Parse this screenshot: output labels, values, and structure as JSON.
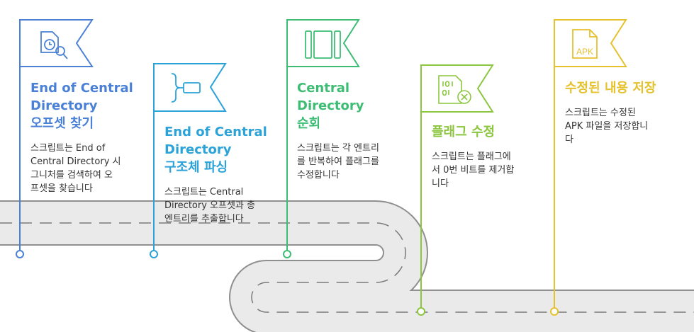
{
  "steps": [
    {
      "title": "End of Central\nDirectory\n오프셋 찾기",
      "description": "스크립트는 End of\nCentral Directory  시\n그니처를 검색하여 오\n프셋을 찾습니다",
      "color": "#4A80D6",
      "icon": "clock-search-icon"
    },
    {
      "title": "End of Central\nDirectory\n구조체 파싱",
      "description": "스크립트는 Central\nDirectory 오프셋과 총\n엔트리를 추출합니다",
      "color": "#2BA2D8",
      "icon": "bracket-structure-icon"
    },
    {
      "title": "Central\nDirectory\n순회",
      "description": "스크립트는 각 엔트리\n를 반복하여 플래그를\n수정합니다",
      "color": "#3DBD73",
      "icon": "columns-icon"
    },
    {
      "title": "플래그 수정",
      "description": "스크립트는 플래그에\n서 0번 비트를 제거합\n니다",
      "color": "#8CC63F",
      "icon": "binary-remove-icon"
    },
    {
      "title": "수정된 내용 저장",
      "description": "스크립트는 수정된\nAPK 파일을 저장합니\n다",
      "color": "#E6C12E",
      "icon": "apk-file-icon",
      "icon_text": "APK"
    }
  ],
  "road": {
    "color": "#EAEAEA",
    "edge_color": "#8F8F8F",
    "dash_color": "#7A7A7A"
  }
}
